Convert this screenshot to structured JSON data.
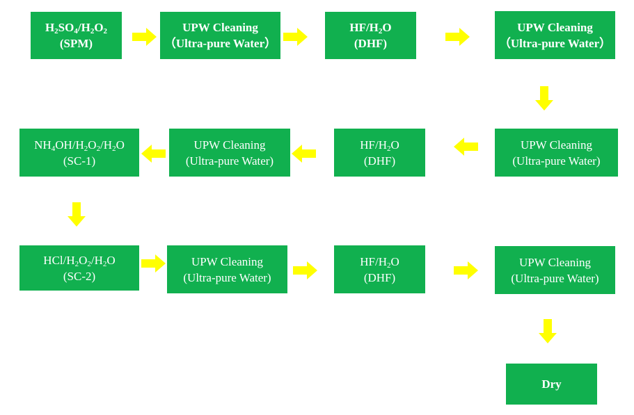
{
  "colors": {
    "box_fill": "#11b04f",
    "box_text": "#ffffff",
    "arrow": "#ffff00"
  },
  "row1": {
    "spm": {
      "chem": "H2SO4/H2O2",
      "abbr": "(SPM)"
    },
    "upw1": {
      "line1": "UPW Cleaning",
      "line2": "（Ultra-pure Water）"
    },
    "dhf1": {
      "chem": "HF/H2O",
      "abbr": "(DHF)"
    },
    "upw2": {
      "line1": "UPW Cleaning",
      "line2": "（Ultra-pure Water）"
    }
  },
  "row2": {
    "upw3": {
      "line1": "UPW Cleaning",
      "line2": "(Ultra-pure Water)"
    },
    "dhf2": {
      "chem": "HF/H2O",
      "abbr": "(DHF)"
    },
    "upw4": {
      "line1": "UPW Cleaning",
      "line2": "(Ultra-pure Water)"
    },
    "sc1": {
      "chem": "NH4OH/H2O2/H2O",
      "abbr": "(SC-1)"
    }
  },
  "row3": {
    "sc2": {
      "chem": "HCl/H2O2/H2O",
      "abbr": "(SC-2)"
    },
    "upw5": {
      "line1": "UPW Cleaning",
      "line2": "(Ultra-pure Water)"
    },
    "dhf3": {
      "chem": "HF/H2O",
      "abbr": "(DHF)"
    },
    "upw6": {
      "line1": "UPW Cleaning",
      "line2": "(Ultra-pure Water)"
    }
  },
  "dry": {
    "label": "Dry"
  }
}
